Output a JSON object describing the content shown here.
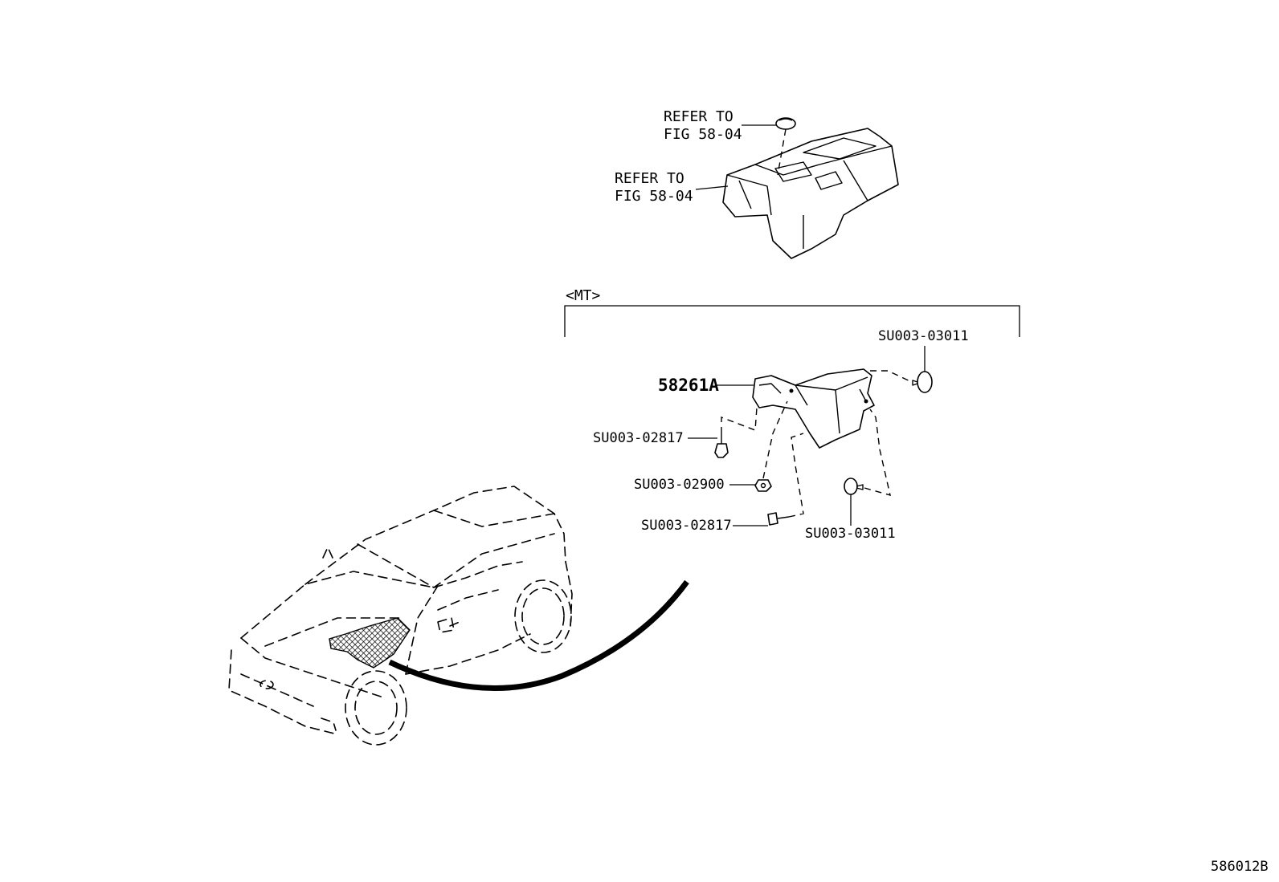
{
  "callouts": {
    "refer_upper_1": "REFER TO",
    "refer_upper_2": "FIG 58-04",
    "refer_lower_1": "REFER TO",
    "refer_lower_2": "FIG 58-04",
    "group_label": "<MT>",
    "part_main": "58261A",
    "clip_top_right": "SU003-03011",
    "bolt_upper": "SU003-02817",
    "nut": "SU003-02900",
    "bolt_lower": "SU003-02817",
    "clip_bottom": "SU003-03011"
  },
  "figure_id": "586012B"
}
